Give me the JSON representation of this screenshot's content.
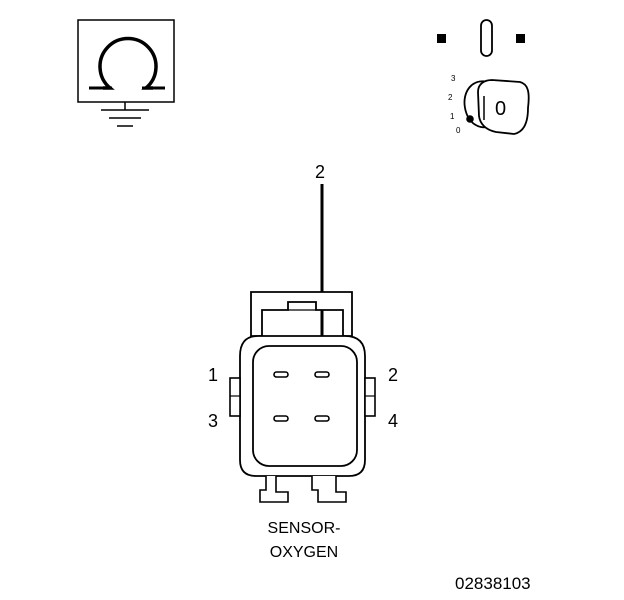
{
  "ohmmeter": {
    "symbol": "Ω",
    "icon": "ohmmeter-icon"
  },
  "ignition": {
    "icon": "ignition-key-icon",
    "positions": [
      "3",
      "2",
      "1",
      "0"
    ],
    "key_label": "0"
  },
  "probe_pin": "2",
  "connector": {
    "pins_left": [
      "1",
      "3"
    ],
    "pins_right": [
      "2",
      "4"
    ],
    "caption_line1": "SENSOR-",
    "caption_line2": "OXYGEN"
  },
  "figure_id": "02838103"
}
